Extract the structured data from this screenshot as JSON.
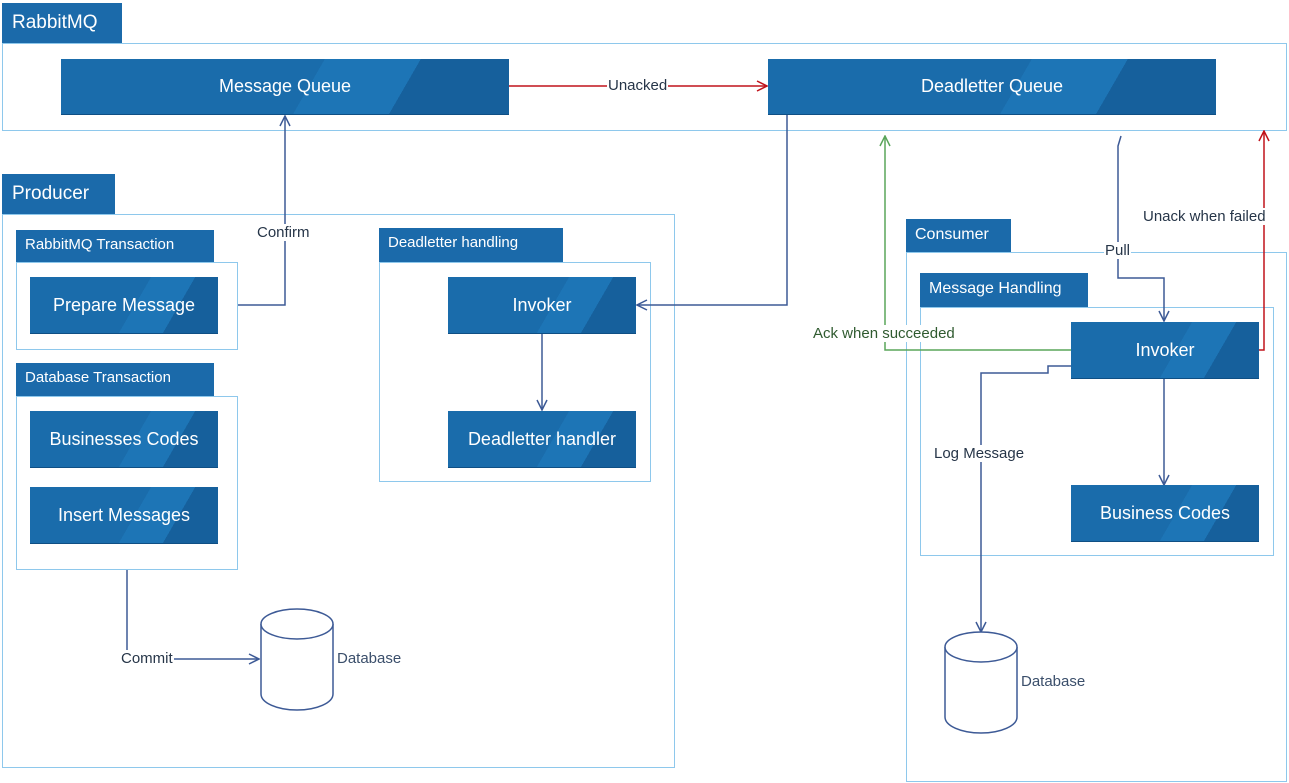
{
  "rabbitmq": {
    "title": "RabbitMQ",
    "message_queue": "Message Queue",
    "deadletter_queue": "Deadletter Queue"
  },
  "producer": {
    "title": "Producer",
    "rabbitmq_transaction": {
      "title": "RabbitMQ Transaction",
      "prepare_message": "Prepare Message"
    },
    "database_transaction": {
      "title": "Database Transaction",
      "business_codes": "Businesses Codes",
      "insert_messages": "Insert Messages"
    },
    "deadletter_handling": {
      "title": "Deadletter handling",
      "invoker": "Invoker",
      "handler": "Deadletter handler"
    },
    "database": "Database"
  },
  "consumer": {
    "title": "Consumer",
    "message_handling": {
      "title": "Message Handling",
      "invoker": "Invoker",
      "business_codes": "Business Codes"
    },
    "database": "Database"
  },
  "edges": {
    "unacked": "Unacked",
    "confirm": "Confirm",
    "commit": "Commit",
    "pull": "Pull",
    "ack_when_succeeded": "Ack when succeeded",
    "unack_when_failed": "Unack when failed",
    "log_message": "Log Message"
  },
  "colors": {
    "header_fill": "#1b6aaa",
    "frame_border": "#8ec8ec",
    "line_blue": "#3d5a96",
    "line_red": "#c0131b",
    "line_green": "#5aa55a"
  }
}
